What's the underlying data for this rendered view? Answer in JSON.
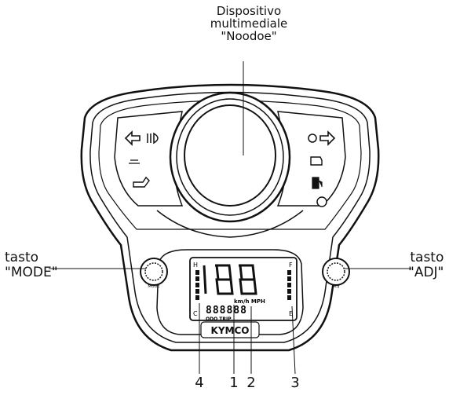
{
  "callouts": {
    "noodoe": {
      "line1": "Dispositivo",
      "line2": "multimediale",
      "line3": "\"Noodoe\""
    },
    "mode": {
      "line1": "tasto",
      "line2": "\"MODE\""
    },
    "adj": {
      "line1": "tasto",
      "line2": "\"ADJ\""
    }
  },
  "numbers": [
    "4",
    "1",
    "2",
    "3"
  ],
  "display": {
    "speed_digits": "188",
    "odo_digits": "888888",
    "speed_units": "km/h MPH",
    "odo_trip": "ODO TRIP",
    "gauge_h": "H",
    "gauge_c": "C",
    "gauge_f": "F",
    "gauge_e": "E",
    "brand": "KYMCO"
  },
  "buttons": {
    "mode_label": "MODE",
    "adj_label": "ADJ"
  },
  "icons": {
    "left_turn": "left-arrow-icon",
    "high_beam": "high-beam-icon",
    "abs": "abs-icon",
    "oil": "oil-can-icon",
    "right_turn": "right-arrow-icon",
    "engine": "engine-icon",
    "fuel": "fuel-pump-icon",
    "coolant": "coolant-temperature-icon"
  }
}
